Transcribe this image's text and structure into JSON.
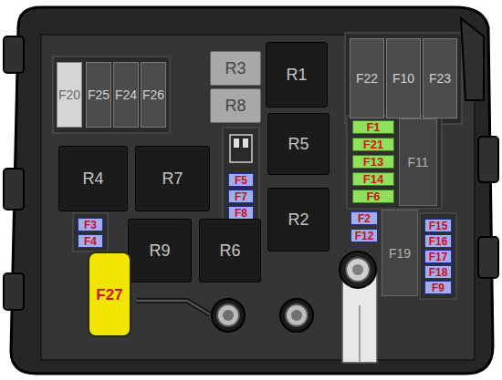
{
  "diagram": {
    "nodes": [
      {
        "text": [
          "F20"
        ]
      },
      {
        "text": [
          "F25"
        ]
      },
      {
        "text": [
          "F24"
        ]
      },
      {
        "text": [
          "F26"
        ]
      },
      {
        "text": [
          "R3"
        ]
      },
      {
        "text": [
          "R1"
        ]
      },
      {
        "text": [
          "F22"
        ]
      },
      {
        "text": [
          "F10"
        ]
      },
      {
        "text": [
          "F23"
        ]
      },
      {
        "text": [
          "R8"
        ]
      },
      {
        "text": [
          "R5"
        ]
      },
      {
        "text": [
          "F1"
        ]
      },
      {
        "text": [
          "F21"
        ]
      },
      {
        "text": [
          "F11"
        ]
      },
      {
        "text": [
          "F13"
        ]
      },
      {
        "text": [
          "F14"
        ]
      },
      {
        "text": [
          "R4"
        ]
      },
      {
        "text": [
          "R7"
        ]
      },
      {
        "text": [
          "F5"
        ]
      },
      {
        "text": [
          "F6"
        ]
      },
      {
        "text": [
          "F7"
        ]
      },
      {
        "text": [
          "F8"
        ]
      },
      {
        "text": [
          "R2"
        ]
      },
      {
        "text": [
          "F2"
        ]
      },
      {
        "text": [
          "F19"
        ]
      },
      {
        "text": [
          "F15"
        ]
      },
      {
        "text": [
          "F12"
        ]
      },
      {
        "text": [
          "F16"
        ]
      },
      {
        "text": [
          "F3"
        ]
      },
      {
        "text": [
          "F4"
        ]
      },
      {
        "text": [
          "R9"
        ]
      },
      {
        "text": [
          "R6"
        ]
      },
      {
        "text": [
          "F17"
        ]
      },
      {
        "text": [
          "F18"
        ]
      },
      {
        "text": [
          "F9"
        ]
      },
      {
        "text": [
          "F27"
        ]
      }
    ]
  }
}
